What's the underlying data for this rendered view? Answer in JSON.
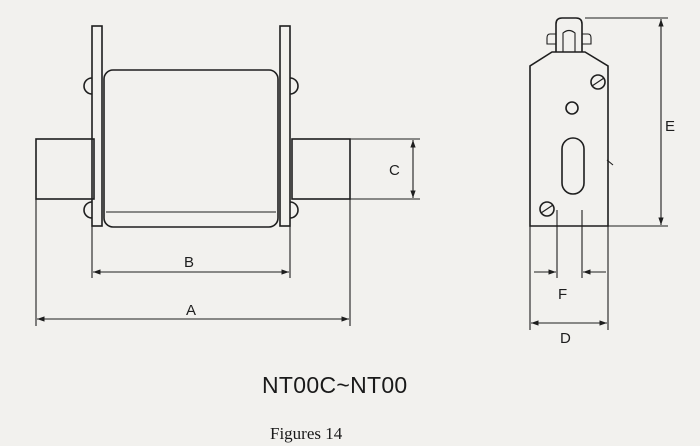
{
  "dimensions": {
    "a": "A",
    "b": "B",
    "c": "C",
    "d": "D",
    "e": "E",
    "f": "F"
  },
  "model_label": "NT00C~NT00",
  "figure_caption": "Figures 14"
}
